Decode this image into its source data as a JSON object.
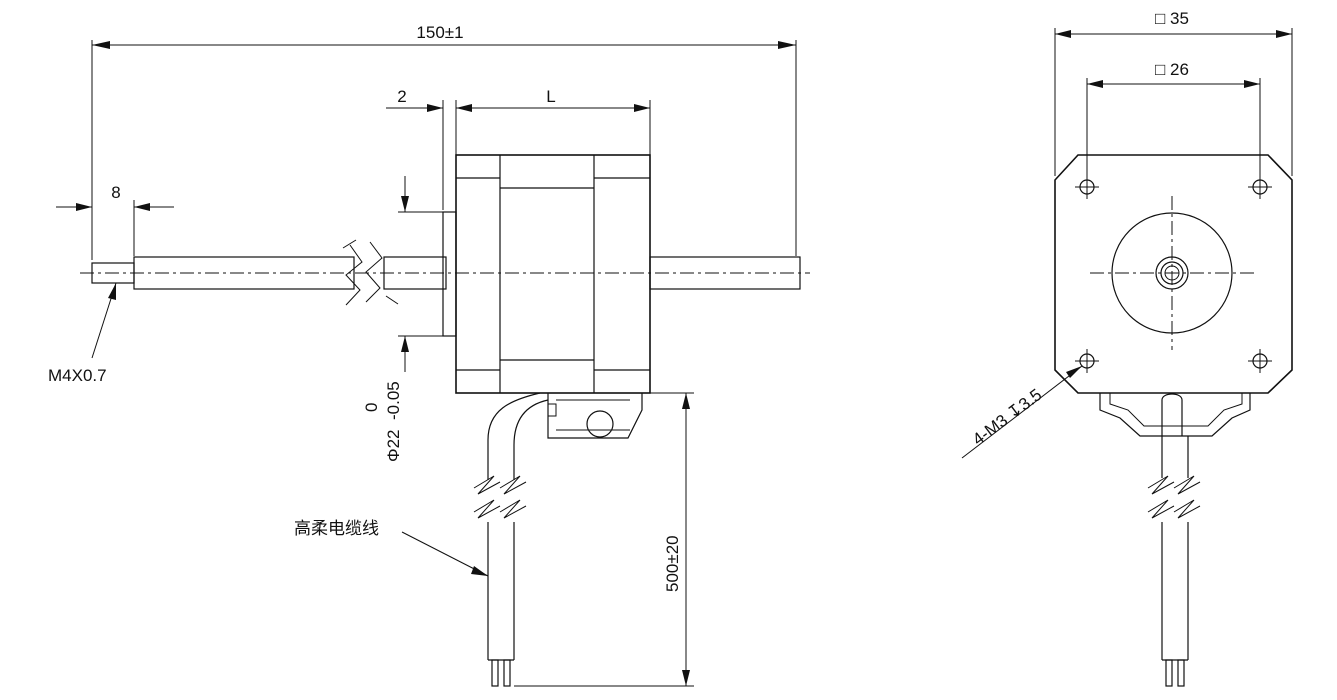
{
  "dimensions": {
    "overall_length": "150±1",
    "flange_thickness": "2",
    "body_length": "L",
    "shaft_end": "8",
    "thread": "M4X0.7",
    "boss_tolerance_upper": "0",
    "boss_tolerance_lower": "-0.05",
    "boss_diameter": "Φ22",
    "lead_length": "500±20",
    "frame_size": "□ 35",
    "hole_spacing": "□ 26",
    "mount_holes": "4-M3 ↧3.5"
  },
  "labels": {
    "cable": "高柔电缆线"
  }
}
